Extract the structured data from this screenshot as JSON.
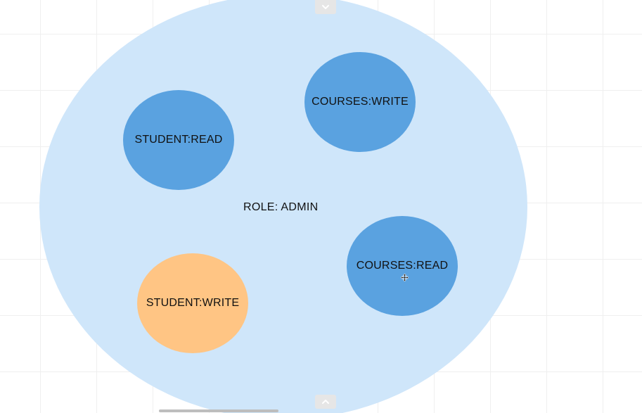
{
  "diagram": {
    "role": {
      "label": "ROLE: ADMIN",
      "color": "#cfe6fa"
    },
    "permissions": [
      {
        "label": "STUDENT:READ",
        "color": "#5aa2e0"
      },
      {
        "label": "COURSES:WRITE",
        "color": "#5aa2e0"
      },
      {
        "label": "COURSES:READ",
        "color": "#5aa2e0"
      },
      {
        "label": "STUDENT:WRITE",
        "color": "#ffc584"
      }
    ]
  },
  "controls": {
    "top_handle_icon": "chevron-down-icon",
    "bottom_handle_icon": "chevron-up-icon",
    "cursor_icon": "move-cursor-icon"
  }
}
